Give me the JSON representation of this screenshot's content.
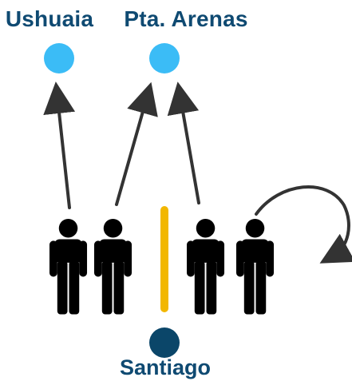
{
  "labels": {
    "ushuaia": "Ushuaia",
    "punta_arenas": "Pta. Arenas",
    "santiago": "Santiago"
  },
  "colors": {
    "background": "#ffffff",
    "label_text": "#0f4a72",
    "destination_dot": "#3bbcf6",
    "origin_dot": "#0b4669",
    "arrow": "#333333",
    "divider": "#f2b700",
    "person": "#000000"
  },
  "icons": {
    "person": "person-icon",
    "arrow": "arrow-icon",
    "curved_arrow": "curved-arrow-icon"
  }
}
